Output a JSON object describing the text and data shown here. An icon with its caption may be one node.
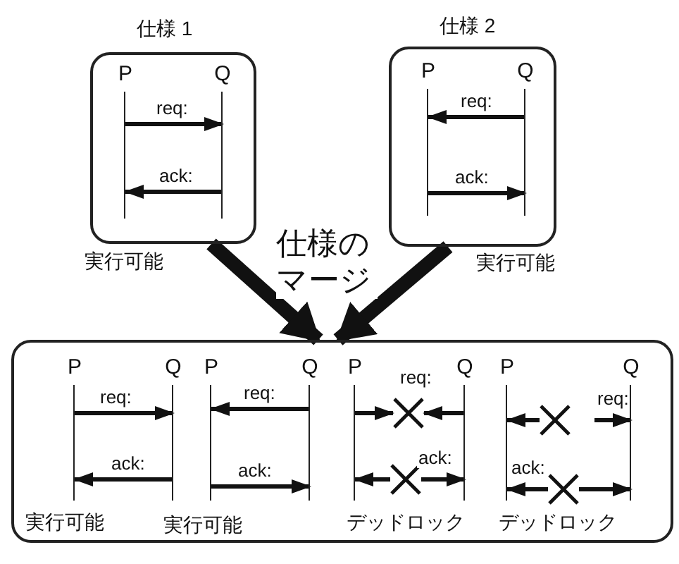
{
  "diagram": {
    "nodes": [
      {
        "text": [
          "仕様 1"
        ],
        "beside": [
          "実行可能"
        ]
      },
      {
        "text": [
          "P"
        ],
        "in": 0
      },
      {
        "text": [
          "Q"
        ],
        "in": 0
      },
      {
        "text": [
          "仕様 2"
        ],
        "beside": [
          "実行可能"
        ]
      },
      {
        "text": [
          "P"
        ],
        "in": 3
      },
      {
        "text": [
          "Q"
        ],
        "in": 3
      },
      {
        "text": [],
        "shape": "box"
      },
      {
        "text": [
          "P"
        ],
        "in": 6
      },
      {
        "text": [
          "Q"
        ],
        "in": 6
      },
      {
        "text": [
          "P"
        ],
        "in": 6
      },
      {
        "text": [
          "Q"
        ],
        "in": 6
      },
      {
        "text": [
          "P"
        ],
        "in": 6
      },
      {
        "text": [
          "Q"
        ],
        "in": 6
      },
      {
        "text": [],
        "shape": "cross",
        "in": 6
      },
      {
        "text": [],
        "shape": "cross",
        "in": 6
      },
      {
        "text": [
          "P"
        ],
        "in": 6
      },
      {
        "text": [
          "Q"
        ],
        "in": 6
      },
      {
        "text": [],
        "shape": "cross",
        "in": 6
      },
      {
        "text": [],
        "shape": "cross",
        "in": 6
      }
    ],
    "edges": [
      {
        "from": 1,
        "to": 2,
        "arrow": "to",
        "label": "req:"
      },
      {
        "from": 2,
        "to": 1,
        "arrow": "to",
        "label": "ack:"
      },
      {
        "from": 5,
        "to": 4,
        "arrow": "to",
        "label": "req:"
      },
      {
        "from": 4,
        "to": 5,
        "arrow": "to",
        "label": "ack:"
      },
      {
        "from": 0,
        "to": 6,
        "arrow": "to",
        "style": "thick"
      },
      {
        "from": 3,
        "to": 6,
        "arrow": "to",
        "style": "thick"
      },
      {
        "from": 7,
        "to": 8,
        "arrow": "to",
        "label": "req:"
      },
      {
        "from": 8,
        "to": 7,
        "arrow": "to",
        "label": "ack:"
      },
      {
        "from": 10,
        "to": 9,
        "arrow": "to",
        "label": "req:"
      },
      {
        "from": 9,
        "to": 10,
        "arrow": "to",
        "label": "ack:"
      },
      {
        "from": 11,
        "to": 13,
        "arrow": "to"
      },
      {
        "from": 12,
        "to": 13,
        "arrow": "to",
        "label": "req:"
      },
      {
        "from": 14,
        "to": 11,
        "arrow": "to"
      },
      {
        "from": 14,
        "to": 12,
        "arrow": "to",
        "label": "ack:"
      },
      {
        "from": 17,
        "to": 15,
        "arrow": "to"
      },
      {
        "from": null,
        "to": 16,
        "arrow": "to",
        "label": "req:"
      },
      {
        "from": 18,
        "to": 15,
        "arrow": "to",
        "label": "ack:"
      },
      {
        "from": 18,
        "to": 16,
        "arrow": "to"
      }
    ],
    "labels": [
      "仕様のマージ",
      "実行可能",
      "実行可能",
      "デッドロック",
      "デッドロック"
    ]
  }
}
